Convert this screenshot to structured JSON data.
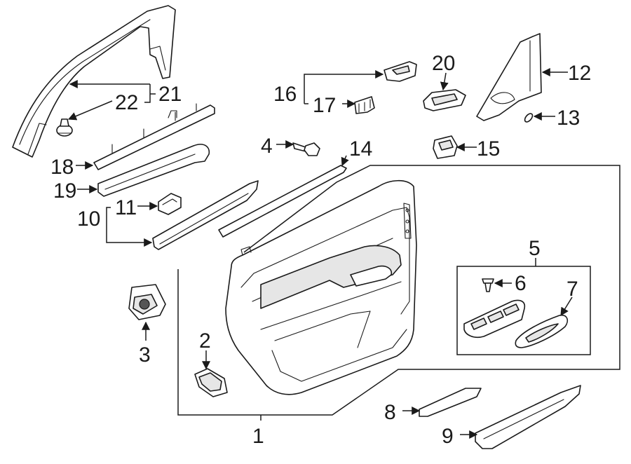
{
  "diagram": {
    "callouts": [
      "1",
      "2",
      "3",
      "4",
      "5",
      "6",
      "7",
      "8",
      "9",
      "10",
      "11",
      "12",
      "13",
      "14",
      "15",
      "16",
      "17",
      "18",
      "19",
      "20",
      "21",
      "22"
    ]
  },
  "colors": {
    "line": "#1a1a1a",
    "background": "#ffffff",
    "fill": "#e6e6e6"
  }
}
